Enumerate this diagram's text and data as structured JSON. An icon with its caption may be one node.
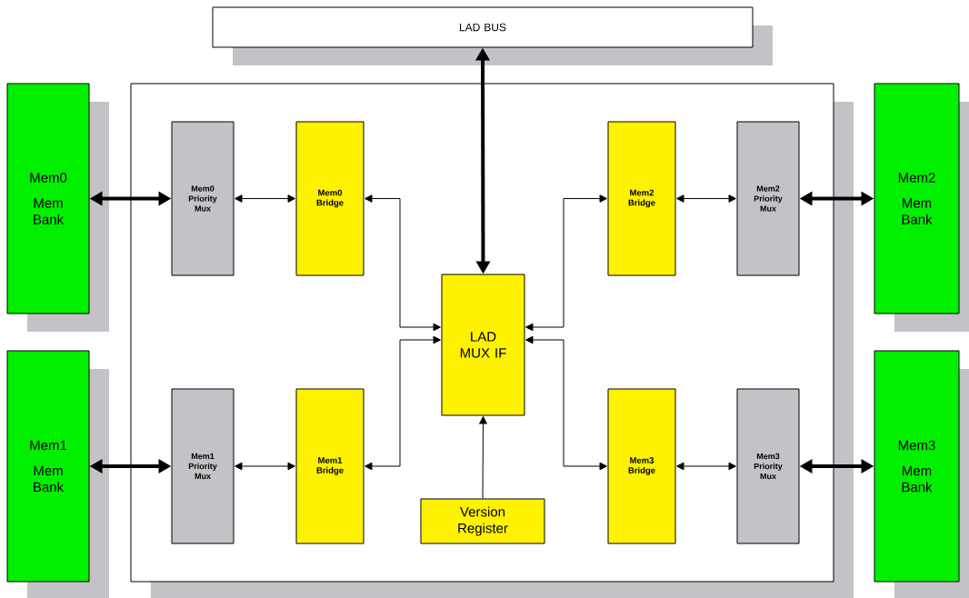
{
  "diagram": {
    "nodes": [
      {
        "text": [
          "LAD BUS"
        ]
      },
      {
        "text": [],
        "shape": "box"
      },
      {
        "text": [
          "Mem0",
          "Mem Bank"
        ]
      },
      {
        "text": [
          "Mem0 Priority Mux"
        ],
        "in": 1
      },
      {
        "text": [
          "Mem0 Bridge"
        ],
        "in": 1
      },
      {
        "text": [
          "LAD MUX IF"
        ],
        "in": 1
      },
      {
        "text": [
          "Mem2 Bridge"
        ],
        "in": 1
      },
      {
        "text": [
          "Mem2 Priority Mux"
        ],
        "in": 1
      },
      {
        "text": [
          "Mem2",
          "Mem Bank"
        ]
      },
      {
        "text": [
          "Mem1",
          "Mem Bank"
        ]
      },
      {
        "text": [
          "Mem1 Priority Mux"
        ],
        "in": 1
      },
      {
        "text": [
          "Mem1 Bridge"
        ],
        "in": 1
      },
      {
        "text": [
          "Version Register"
        ],
        "in": 1
      },
      {
        "text": [
          "Mem3 Bridge"
        ],
        "in": 1
      },
      {
        "text": [
          "Mem3 Priority Mux"
        ],
        "in": 1
      },
      {
        "text": [
          "Mem3",
          "Mem Bank"
        ]
      }
    ],
    "edges": [
      {
        "from": 0,
        "to": 5,
        "arrow": "both",
        "style": "thick"
      },
      {
        "from": 2,
        "to": 3,
        "arrow": "both",
        "style": "thick"
      },
      {
        "from": 3,
        "to": 4,
        "arrow": "both"
      },
      {
        "from": 4,
        "to": 5,
        "arrow": "both"
      },
      {
        "from": 5,
        "to": 6,
        "arrow": "both"
      },
      {
        "from": 6,
        "to": 7,
        "arrow": "both"
      },
      {
        "from": 7,
        "to": 8,
        "arrow": "both",
        "style": "thick"
      },
      {
        "from": 9,
        "to": 10,
        "arrow": "both",
        "style": "thick"
      },
      {
        "from": 10,
        "to": 11,
        "arrow": "both"
      },
      {
        "from": 11,
        "to": 5,
        "arrow": "both"
      },
      {
        "from": 12,
        "to": 5,
        "arrow": "to"
      },
      {
        "from": 5,
        "to": 13,
        "arrow": "both"
      },
      {
        "from": 13,
        "to": 14,
        "arrow": "both"
      },
      {
        "from": 14,
        "to": 15,
        "arrow": "both",
        "style": "thick"
      }
    ]
  }
}
